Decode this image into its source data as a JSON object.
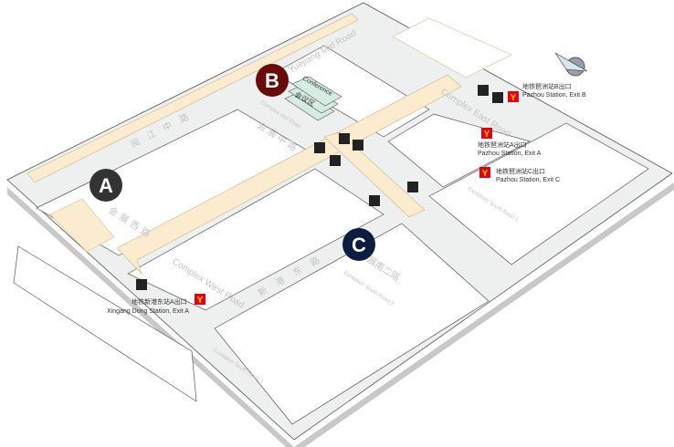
{
  "markers": {
    "a": "A",
    "b": "B",
    "c": "C"
  },
  "roads": {
    "yuejiang_mid": "Yuejiang Mid Road",
    "yuejiang_mid_cn": "阅江中路",
    "complex_mid": "Complex Mid Road",
    "complex_mid_cn": "会展中路",
    "complex_east": "Complex East Road",
    "complex_west": "Complex West Road",
    "complex_west_cn": "会展西路",
    "xingang_east_cn": "新港东路",
    "exhibition_south_2": "Exhibition South Road 2",
    "exhibition_south_2_cn": "会展南二路",
    "exhibition_south_1": "Exhibition South Road 1",
    "exhibition_south_1_right": "Exhibition South Road 1"
  },
  "conference": {
    "label": "Conference",
    "cn": "会议区"
  },
  "stations": [
    {
      "cn": "地铁琶洲站B出口",
      "en": "Pazhou Station, Exit B"
    },
    {
      "cn": "地铁琶洲站A出口",
      "en": "Pazhou Station, Exit A"
    },
    {
      "cn": "地铁琶洲站C出口",
      "en": "Pazhou Station, Exit C"
    },
    {
      "cn": "地铁新港东站A出口",
      "en": "Xingang Dong Station, Exit A"
    }
  ],
  "colors": {
    "metro": "#e60012",
    "metro_y": "#ffd200",
    "marker_a": "#333333",
    "marker_b": "#6b0a0a",
    "marker_c": "#0d1d40",
    "walkway": "#fbebcf"
  }
}
